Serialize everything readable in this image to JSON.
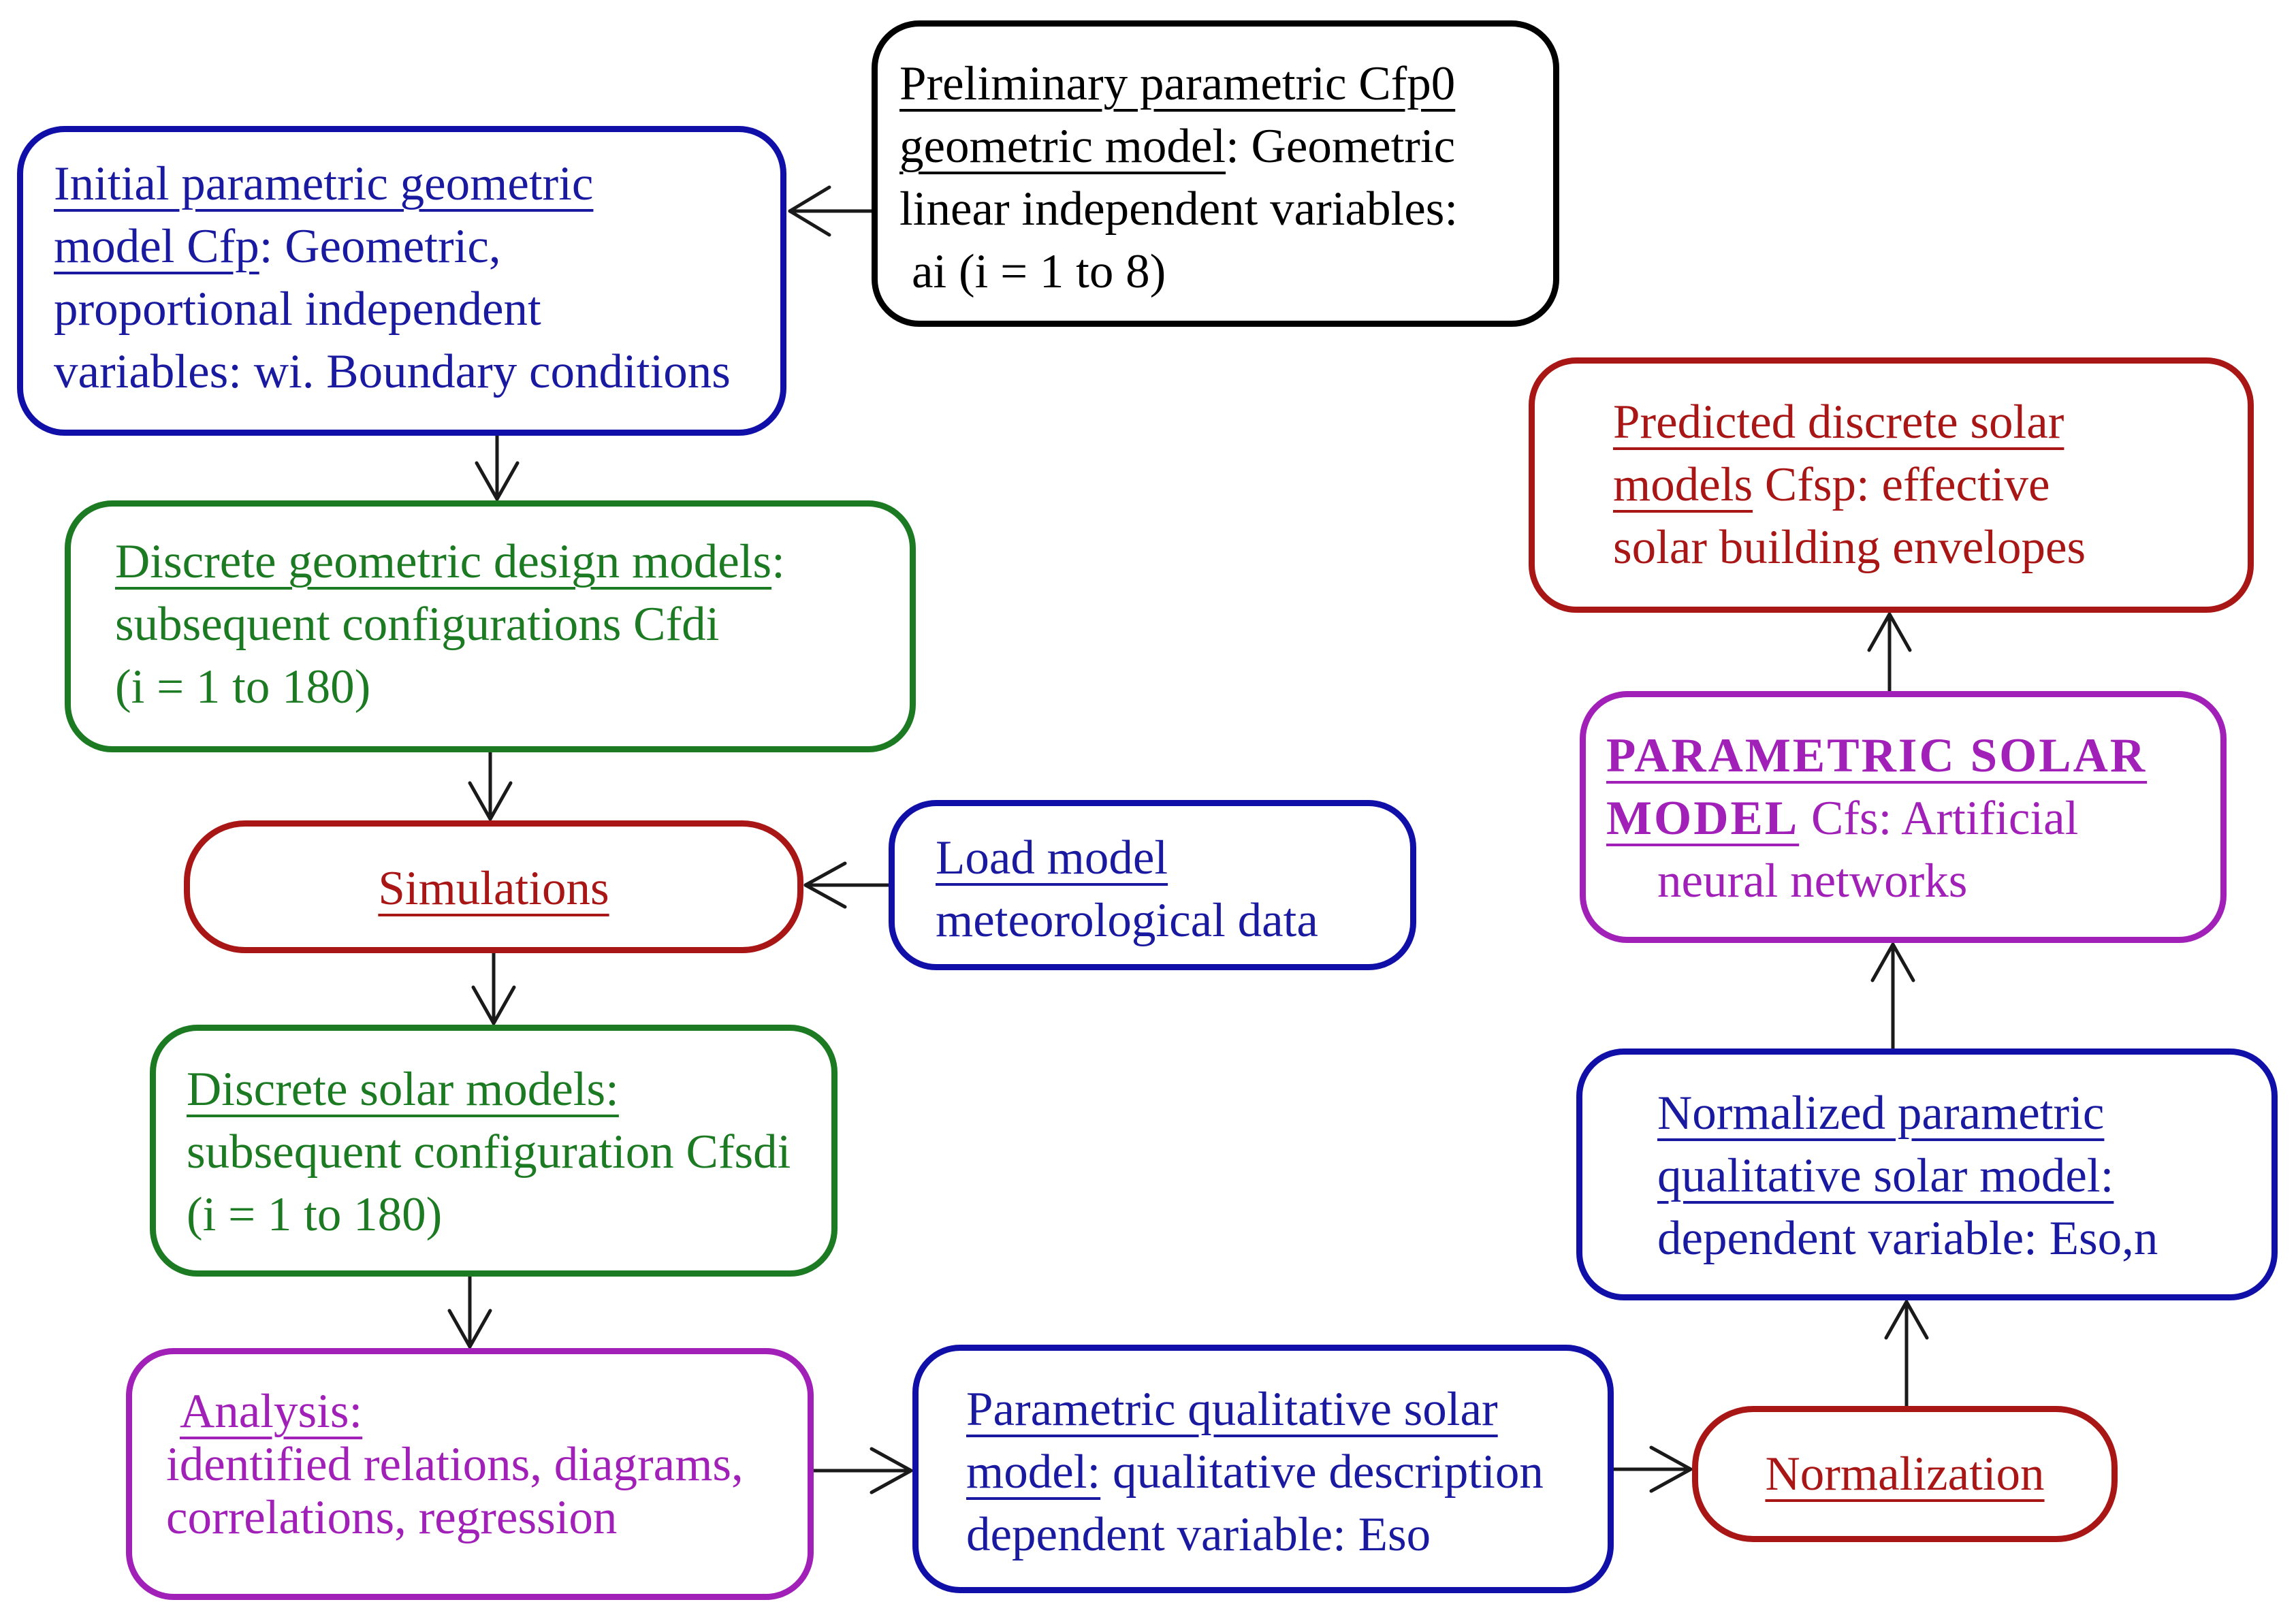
{
  "diagram": {
    "preliminary": {
      "heading": "Preliminary parametric Cfp0",
      "line2_underlined": "geometric model",
      "line2_rest": ": Geometric",
      "line3": "linear independent variables:",
      "line4": "ai (i = 1 to 8)"
    },
    "initial": {
      "line1": "Initial parametric geometric",
      "line2_underlined": "model Cfp",
      "line2_rest": ": Geometric,",
      "line3": "proportional independent",
      "line4": "variables: wi. Boundary conditions"
    },
    "discrete_geometric": {
      "heading": "Discrete geometric design models",
      "heading_suffix": ":",
      "line2": "subsequent configurations Cfdi",
      "line3": "(i = 1 to 180)"
    },
    "simulations": {
      "label": "Simulations"
    },
    "load_model": {
      "heading": "Load model",
      "line2": "meteorological data"
    },
    "discrete_solar": {
      "heading": "Discrete solar models:",
      "line2": "subsequent configuration Cfsdi",
      "line3": "(i = 1 to 180)"
    },
    "analysis": {
      "heading": "Analysis:",
      "line2": "identified relations, diagrams,",
      "line3": "correlations, regression"
    },
    "parametric_qualitative": {
      "heading": "Parametric qualitative solar",
      "line2_underlined": "model:",
      "line2_rest": " qualitative description",
      "line3": "dependent variable: Eso"
    },
    "normalization": {
      "label": "Normalization"
    },
    "normalized": {
      "heading": "Normalized parametric",
      "line2": "qualitative solar model:",
      "line3": "dependent variable: Eso,n"
    },
    "parametric_solar": {
      "heading": "PARAMETRIC SOLAR",
      "line2_underlined": "MODEL",
      "line2_rest": " Cfs:  Artificial",
      "line3": "neural networks"
    },
    "predicted": {
      "line1": "Predicted discrete solar",
      "line2_underlined": "models",
      "line2_rest": " Cfsp: effective",
      "line3": "solar building envelopes"
    }
  }
}
